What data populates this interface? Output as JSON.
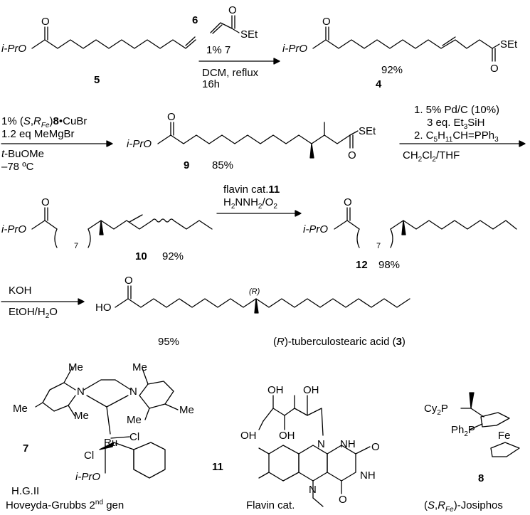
{
  "step1": {
    "reagent_number": "6",
    "catalyst": "1% 7",
    "solvent": "DCM, reflux",
    "time": "16h",
    "yield": "92%"
  },
  "step2": {
    "cat_prefix": "1% (",
    "cat_stereo_s": "S",
    "cat_stereo_rfe": "R",
    "cat_stereo_sub": "Fe",
    "cat_ligand": "8",
    "cat_suffix": "•CuBr",
    "grignard": "1.2 eq MeMgBr",
    "solvent_prefix": "t",
    "solvent_rest": "-BuOMe",
    "temperature": "–78 ºC",
    "yield": "85%"
  },
  "step3": {
    "line1": "1. 5% Pd/C (10%)",
    "line2": "3 eq. Et",
    "line2_sub": "3",
    "line2_end": "SiH",
    "line3": "2. C",
    "line3_sub1": "5",
    "line3_mid": "H",
    "line3_sub2": "11",
    "line3_end": "CH=PPh",
    "line3_sub3": "3",
    "solvent": "CH",
    "solvent_sub1": "2",
    "solvent_mid": "Cl",
    "solvent_sub2": "2",
    "solvent_end": "/THF"
  },
  "step4": {
    "catalyst": "flavin cat.",
    "catalyst_number": "11",
    "reagent_a": "H",
    "reagent_sub1": "2",
    "reagent_b": "NNH",
    "reagent_sub2": "2",
    "reagent_c": "/O",
    "reagent_sub3": "2",
    "yield_10": "92%",
    "yield_12": "98%"
  },
  "step5": {
    "base": "KOH",
    "solvent": "EtOH/H",
    "solvent_sub": "2",
    "solvent_end": "O",
    "yield": "95%",
    "product_prefix": "(",
    "product_stereo": "R",
    "product_name": ")-tuberculostearic acid (",
    "product_number": "3",
    "product_close": ")"
  },
  "compounds": {
    "c5": "5",
    "c4": "4",
    "c9": "9",
    "c10": "10",
    "c12": "12",
    "c7": "7",
    "c11": "11",
    "c8": "8"
  },
  "atoms": {
    "ipro": "i-PrO",
    "o": "O",
    "set": "SEt",
    "ho": "HO",
    "r": "(R)",
    "me": "Me",
    "n": "N",
    "cl": "Cl",
    "ru": "Ru",
    "oh": "OH",
    "nh": "NH",
    "h": "H",
    "fe": "Fe",
    "cy2p": "Cy",
    "cy_sub": "2",
    "p": "P",
    "ph2p": "Ph",
    "ph_sub": "2",
    "sub7": "7"
  },
  "legends": {
    "hg_short": "H.G.II",
    "hg_full": "Hoveyda-Grubbs 2",
    "hg_sup": "nd",
    "hg_end": " gen",
    "flavin": "Flavin cat.",
    "josiphos_prefix": "(",
    "josiphos_s": "S",
    "josiphos_r": "R",
    "josiphos_sub": "Fe",
    "josiphos_end": ")-Josiphos"
  }
}
